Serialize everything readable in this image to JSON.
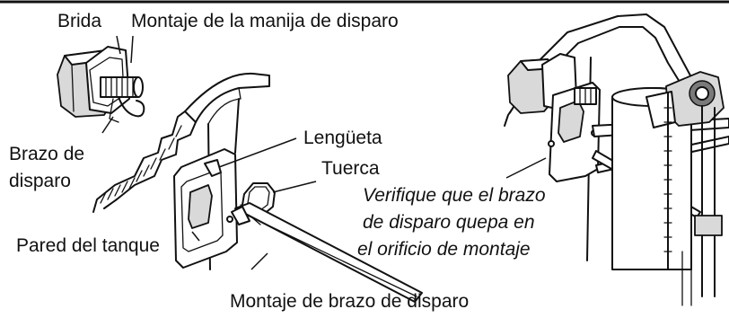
{
  "labels": {
    "brida": "Brida",
    "montaje_manija": "Montaje de la manija de disparo",
    "brazo_disparo_line1": "Brazo de",
    "brazo_disparo_line2": "disparo",
    "lengueta": "Lengüeta",
    "tuerca": "Tuerca",
    "pared_tanque": "Pared del tanque",
    "montaje_brazo": "Montaje de brazo de disparo",
    "verifique_line1": "Verifique que el brazo",
    "verifique_line2": "de disparo quepa en",
    "verifique_line3": "el orificio de montaje"
  },
  "colors": {
    "ink": "#111111",
    "background": "#ffffff",
    "shade": "#d9d9d9"
  }
}
